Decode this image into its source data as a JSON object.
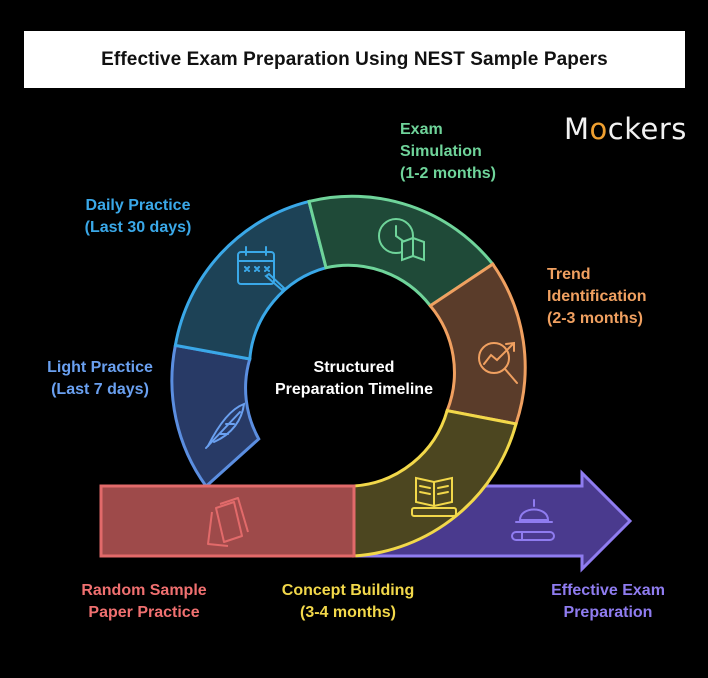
{
  "title": "Effective Exam Preparation Using NEST Sample Papers",
  "logo": {
    "prefix": "M",
    "o": "o",
    "suffix": "ckers"
  },
  "center_label": "Structured\nPreparation Timeline",
  "stages": {
    "exam_simulation": {
      "label": "Exam\nSimulation\n(1-2 months)",
      "color": "#6fd49a",
      "icon": "clock-book-icon"
    },
    "daily_practice": {
      "label": "Daily Practice\n(Last 30 days)",
      "color": "#3aa8e8",
      "icon": "calendar-pencil-icon"
    },
    "trend_identification": {
      "label": "Trend\nIdentification\n(2-3 months)",
      "color": "#f0a060",
      "icon": "trend-magnifier-icon"
    },
    "light_practice": {
      "label": "Light Practice\n(Last 7 days)",
      "color": "#6aa0f0",
      "icon": "feather-icon"
    },
    "random_practice": {
      "label": "Random Sample\nPaper Practice",
      "color": "#f07070",
      "icon": "papers-icon"
    },
    "concept_building": {
      "label": "Concept Building\n(3-4 months)",
      "color": "#f2d84a",
      "icon": "open-book-icon"
    },
    "effective_preparation": {
      "label": "Effective Exam\nPreparation",
      "color": "#8f7cf0",
      "icon": "graduation-tools-icon"
    }
  }
}
